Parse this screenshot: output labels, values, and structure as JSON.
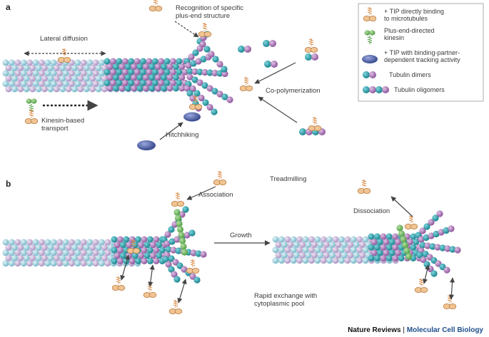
{
  "panel_a": {
    "letter": "a",
    "labels": {
      "recognition": [
        "Recognition of specific",
        "plus-end structure"
      ],
      "lateral": "Lateral diffusion",
      "copoly": "Co-polymerization",
      "kinesin": [
        "Kinesin-based",
        "transport"
      ],
      "hitch": "Hitchhiking"
    }
  },
  "panel_b": {
    "letter": "b",
    "labels": {
      "association": "Association",
      "treadmilling": "Treadmilling",
      "dissociation": "Dissociation",
      "growth": "Growth",
      "rapid": [
        "Rapid exchange with",
        "cytoplasmic pool"
      ]
    }
  },
  "legend": {
    "items": [
      {
        "icon": "tip-protein-icon",
        "lines": [
          "+ TIP directly binding",
          "to microtubules"
        ]
      },
      {
        "icon": "kinesin-icon",
        "lines": [
          "Plus-end-directed",
          "kinesin"
        ]
      },
      {
        "icon": "adaptor-tip-icon",
        "lines": [
          "+ TIP with binding-partner-",
          "dependent tracking activity"
        ]
      },
      {
        "icon": "tubulin-dimer-icon",
        "lines": [
          "Tubulin dimers"
        ]
      },
      {
        "icon": "tubulin-oligomer-icon",
        "lines": [
          "Tubulin oligomers"
        ]
      }
    ]
  },
  "credit": {
    "journal": "Nature Reviews",
    "separator": "|",
    "section": "Molecular Cell Biology"
  },
  "colors": {
    "teal": "#1a9aa6",
    "purple": "#a86fb3",
    "lightblue": "#9bd0de",
    "lavender": "#c9b4d8",
    "tip": "#eab98a",
    "kinesin": "#5aaa5a",
    "adaptor": "#5267a8"
  }
}
